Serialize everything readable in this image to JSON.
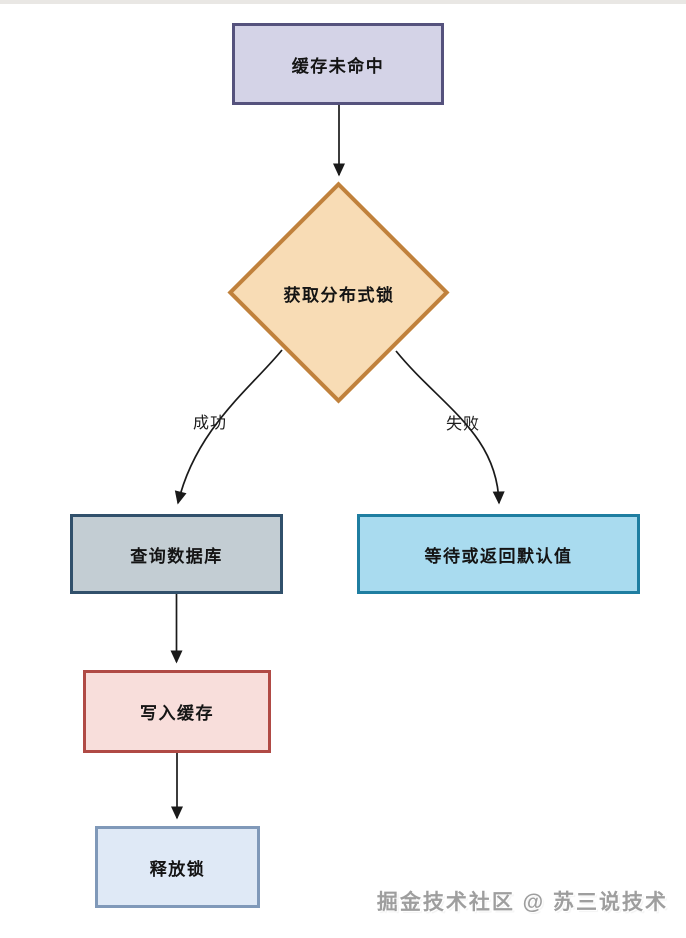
{
  "diagram": {
    "nodes": [
      {
        "id": "cache-miss",
        "shape": "rect",
        "label": "缓存未命中",
        "fill": "#d4d3e7",
        "border": "#55527d"
      },
      {
        "id": "acquire-lock",
        "shape": "diamond",
        "label": "获取分布式锁",
        "fill": "#f8dcb5",
        "border": "#c0813c"
      },
      {
        "id": "query-db",
        "shape": "rect",
        "label": "查询数据库",
        "fill": "#c3cdd3",
        "border": "#31506b"
      },
      {
        "id": "wait-default",
        "shape": "rect",
        "label": "等待或返回默认值",
        "fill": "#a9dbef",
        "border": "#1f7ea1"
      },
      {
        "id": "write-cache",
        "shape": "rect",
        "label": "写入缓存",
        "fill": "#f8dedb",
        "border": "#b04a45"
      },
      {
        "id": "release-lock",
        "shape": "rect",
        "label": "释放锁",
        "fill": "#dfe9f6",
        "border": "#8099b9"
      }
    ],
    "edge_labels": [
      {
        "id": "success",
        "label": "成功"
      },
      {
        "id": "failure",
        "label": "失败"
      }
    ],
    "line_color": "#1a1a1a",
    "watermark": "掘金技术社区 @ 苏三说技术"
  }
}
